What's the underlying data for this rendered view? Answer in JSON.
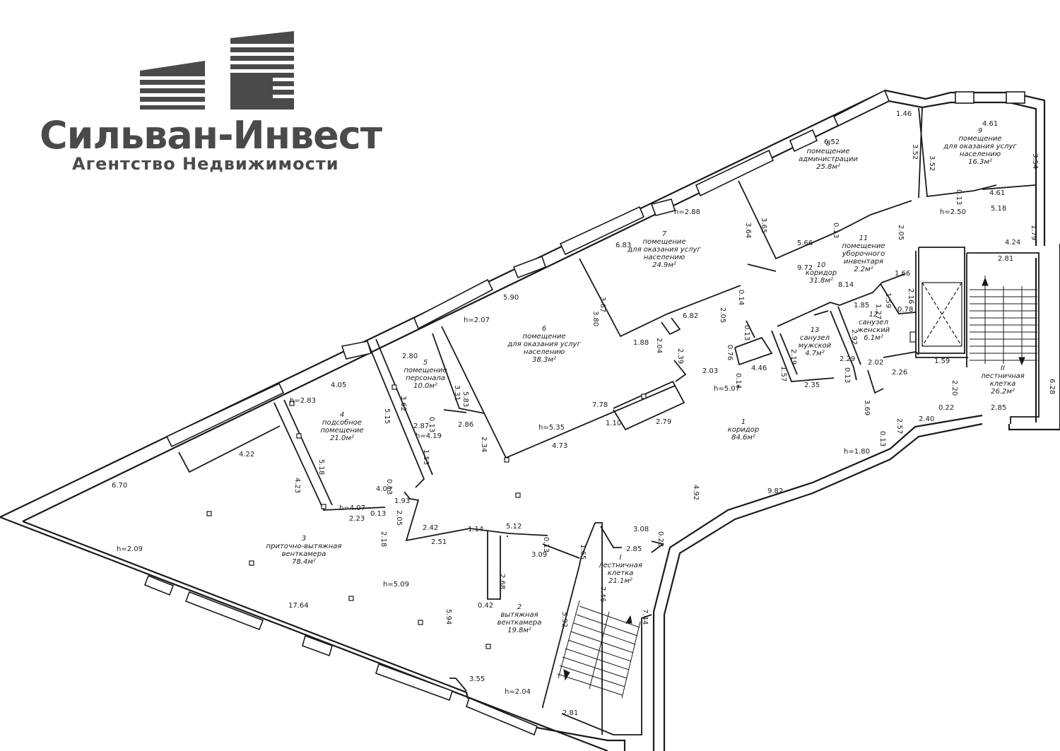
{
  "logo": {
    "name": "Сильван-Инвест",
    "subtitle": "Агентство Недвижимости",
    "color": "#4a4a4a"
  },
  "rooms": [
    {
      "id": "r1",
      "lines": [
        "1",
        "коридор",
        "84.6м²"
      ]
    },
    {
      "id": "r2",
      "lines": [
        "2",
        "вытяжная",
        "венткамера",
        "19.8м²"
      ]
    },
    {
      "id": "r3",
      "lines": [
        "3",
        "приточно-вытяжная",
        "венткамера",
        "78.4м²"
      ]
    },
    {
      "id": "r4",
      "lines": [
        "4",
        "подсобное",
        "помещение",
        "21.0м²"
      ]
    },
    {
      "id": "r5",
      "lines": [
        "5",
        "помещение",
        "персонала",
        "10.0м²"
      ]
    },
    {
      "id": "r6",
      "lines": [
        "6",
        "помещение",
        "для оказания услуг",
        "населению",
        "38.3м²"
      ]
    },
    {
      "id": "r7",
      "lines": [
        "7",
        "помещение",
        "для оказания услуг",
        "населению",
        "24.9м²"
      ]
    },
    {
      "id": "r8",
      "lines": [
        "8",
        "помещение",
        "администрации",
        "25.8м²"
      ]
    },
    {
      "id": "r9",
      "lines": [
        "9",
        "помещение",
        "для оказания услуг",
        "населению",
        "16.3м²"
      ]
    },
    {
      "id": "r10",
      "lines": [
        "10",
        "коридор",
        "31.8м²"
      ]
    },
    {
      "id": "r11",
      "lines": [
        "11",
        "помещение",
        "уборочного",
        "инвентаря",
        "2.2м²"
      ]
    },
    {
      "id": "r12",
      "lines": [
        "12",
        "санузел",
        "женский",
        "6.1м²"
      ]
    },
    {
      "id": "r13",
      "lines": [
        "13",
        "санузел",
        "мужской",
        "4.7м²"
      ]
    },
    {
      "id": "rI",
      "lines": [
        "I",
        "лестничная",
        "клетка",
        "21.1м²"
      ]
    },
    {
      "id": "rII",
      "lines": [
        "II",
        "лестничная",
        "клетка",
        "26.2м²"
      ]
    }
  ],
  "dimensions": [
    "6.70",
    "h=2.09",
    "17.64",
    "4.22",
    "h=2.83",
    "4.05",
    "5.18",
    "4.23",
    "h=4.07",
    "4.03",
    "0.13",
    "1.93",
    "2.23",
    "0.13",
    "2.05",
    "2.18",
    "5.15",
    "3.62",
    "2.80",
    "2.87",
    "h=4.19",
    "0.13",
    "1.53",
    "3.31",
    "2.86",
    "2.34",
    "h=2.07",
    "5.90",
    "5.83",
    "h=5.35",
    "4.73",
    "7.78",
    "1.10",
    "2.79",
    "3.80",
    "3.67",
    "6.83",
    "h=2.88",
    "6.82",
    "2.05",
    "0.14",
    "1.88",
    "2.04",
    "2.39",
    "2.03",
    "h=5.07",
    "0.76",
    "0.14",
    "4.46",
    "0.13",
    "3.64",
    "3.65",
    "9.72",
    "5.66",
    "0.13",
    "6.52",
    "2.05",
    "h=2.50",
    "1.46",
    "3.52",
    "3.52",
    "4.61",
    "3.54",
    "0.13",
    "4.61",
    "5.18",
    "1.79",
    "4.24",
    "2.81",
    "1.66",
    "2.16",
    "0.78",
    "1.59",
    "8.14",
    "1.85",
    "1.27",
    "2.92",
    "2.19",
    "1.57",
    "2.35",
    "2.29",
    "0.13",
    "2.02",
    "2.26",
    "3.69",
    "1.59",
    "2.20",
    "6.28",
    "0.22",
    "2.85",
    "0.13",
    "2.57",
    "2.40",
    "h=1.80",
    "9.82",
    "4.92",
    "2.42",
    "2.51",
    "1.14",
    "5.12",
    "0.13",
    "3.09",
    "1.65",
    "3.08",
    "0.23",
    "2.85",
    "2.68",
    "0.42",
    "5.94",
    "h=5.09",
    "5.92",
    "7.46",
    "7.44",
    "3.55",
    "h=2.04",
    "2.81"
  ]
}
